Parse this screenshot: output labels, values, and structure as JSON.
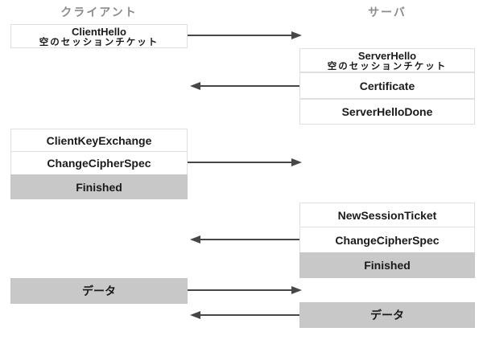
{
  "headers": {
    "client": "クライアント",
    "server": "サーバ"
  },
  "messages": {
    "client_hello": {
      "title": "ClientHello",
      "subtitle": "空のセッションチケット"
    },
    "client_key_exchange": "ClientKeyExchange",
    "client_change_cipher_spec": "ChangeCipherSpec",
    "client_finished": "Finished",
    "client_data": "データ",
    "server_hello": {
      "title": "ServerHello",
      "subtitle": "空のセッションチケット"
    },
    "certificate": "Certificate",
    "server_hello_done": "ServerHelloDone",
    "new_session_ticket": "NewSessionTicket",
    "server_change_cipher_spec": "ChangeCipherSpec",
    "server_finished": "Finished",
    "server_data": "データ"
  },
  "arrows": [
    {
      "direction": "right"
    },
    {
      "direction": "left"
    },
    {
      "direction": "right"
    },
    {
      "direction": "left"
    },
    {
      "direction": "right"
    },
    {
      "direction": "left"
    }
  ],
  "colors": {
    "background": "#ffffff",
    "header_text": "#8c8c8c",
    "box_border": "#dfdfdf",
    "box_text": "#1a1a1a",
    "highlight_fill": "#c8c8c8",
    "arrow": "#474747"
  }
}
